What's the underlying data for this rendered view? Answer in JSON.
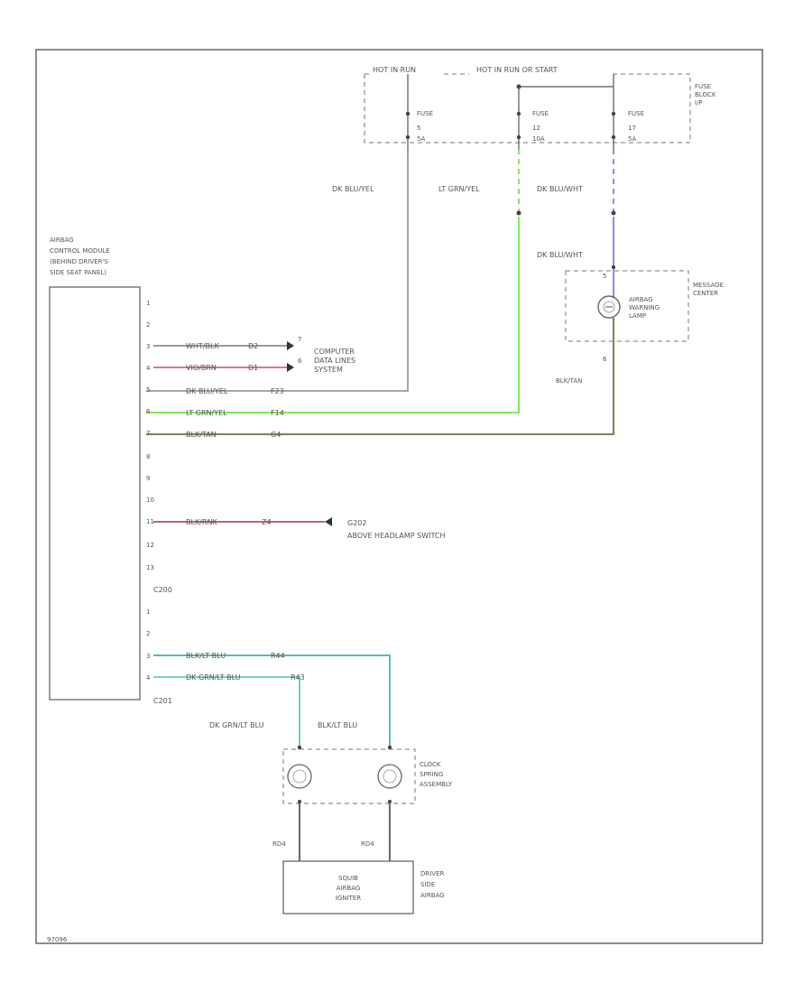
{
  "fuse_block": {
    "hot_run": "HOT IN RUN",
    "hot_run_start": "HOT IN RUN OR START",
    "label": [
      "FUSE",
      "BLOCK",
      "I/P"
    ],
    "fuses": [
      {
        "name": "FUSE",
        "number": "5",
        "amps": "5A"
      },
      {
        "name": "FUSE",
        "number": "12",
        "amps": "10A"
      },
      {
        "name": "FUSE",
        "number": "17",
        "amps": "5A"
      }
    ]
  },
  "feed_wires": {
    "fuse5": "DK BLU/YEL",
    "fuse12": "LT GRN/YEL",
    "fuse17_upper": "DK BLU/WHT",
    "fuse17_lower": "DK BLU/WHT"
  },
  "message_center": {
    "label": [
      "MESSAGE",
      "CENTER"
    ],
    "lamp_label": [
      "AIRBAG",
      "WARNING",
      "LAMP"
    ],
    "pin_top": "5",
    "pin_bottom": "6",
    "output_wire": "BLK/TAN"
  },
  "module": {
    "title": [
      "AIRBAG",
      "CONTROL MODULE",
      "(BEHIND DRIVER'S",
      "SIDE SEAT PANEL)"
    ],
    "pins_c200": [
      "1",
      "2",
      "3",
      "4",
      "5",
      "6",
      "7",
      "8",
      "9",
      "10",
      "11",
      "12",
      "13"
    ],
    "connector_mid": "C200",
    "pins_c201": [
      "1",
      "2",
      "3",
      "4"
    ],
    "connector_bottom": "C201"
  },
  "module_wires": {
    "w3": {
      "color": "WHT/BLK",
      "circuit": "D2"
    },
    "w4": {
      "color": "VIO/BRN",
      "circuit": "D1"
    },
    "w5": {
      "color": "DK BLU/YEL",
      "circuit": "F23"
    },
    "w6": {
      "color": "LT GRN/YEL",
      "circuit": "F14"
    },
    "w7": {
      "color": "BLK/TAN",
      "circuit": "G4"
    },
    "w11": {
      "color": "BLK/RNK",
      "circuit": "Z4"
    },
    "c3": {
      "color": "BLK/LT BLU",
      "circuit": "R44"
    },
    "c4": {
      "color": "DK GRN/LT BLU",
      "circuit": "R43"
    }
  },
  "data_link": {
    "pins": [
      "7",
      "6"
    ],
    "label": [
      "COMPUTER",
      "DATA LINES",
      "SYSTEM"
    ]
  },
  "ground": {
    "id": "G202",
    "location": "ABOVE HEADLAMP SWITCH"
  },
  "clockspring": {
    "left_wire": "DK GRN/LT BLU",
    "right_wire": "BLK/LT BLU",
    "label": [
      "CLOCK",
      "SPRING",
      "ASSEMBLY"
    ],
    "left_out": "RD4",
    "right_out": "RD4"
  },
  "airbag": {
    "module": [
      "SQUIB",
      "AIRBAG",
      "IGNITER"
    ],
    "label": [
      "DRIVER",
      "SIDE",
      "AIRBAG"
    ]
  },
  "footer": {
    "code": "97096"
  },
  "colors": {
    "dk_blu_yel": "#a8a89a",
    "lt_grn_yel": "#7fea5c",
    "dk_blu_wht": "#8c8ce6",
    "blk_tan": "#8c8262",
    "vio_brn": "#c64f7e",
    "wht_blk": "#7a7a7a",
    "blk_rnk": "#8f4040",
    "dk_blu_yel_wire": "#6a7f96",
    "c201_wire": "#5fb8b8",
    "c201_wire_light": "#72d4c0",
    "airbag_wire": "#707070"
  }
}
